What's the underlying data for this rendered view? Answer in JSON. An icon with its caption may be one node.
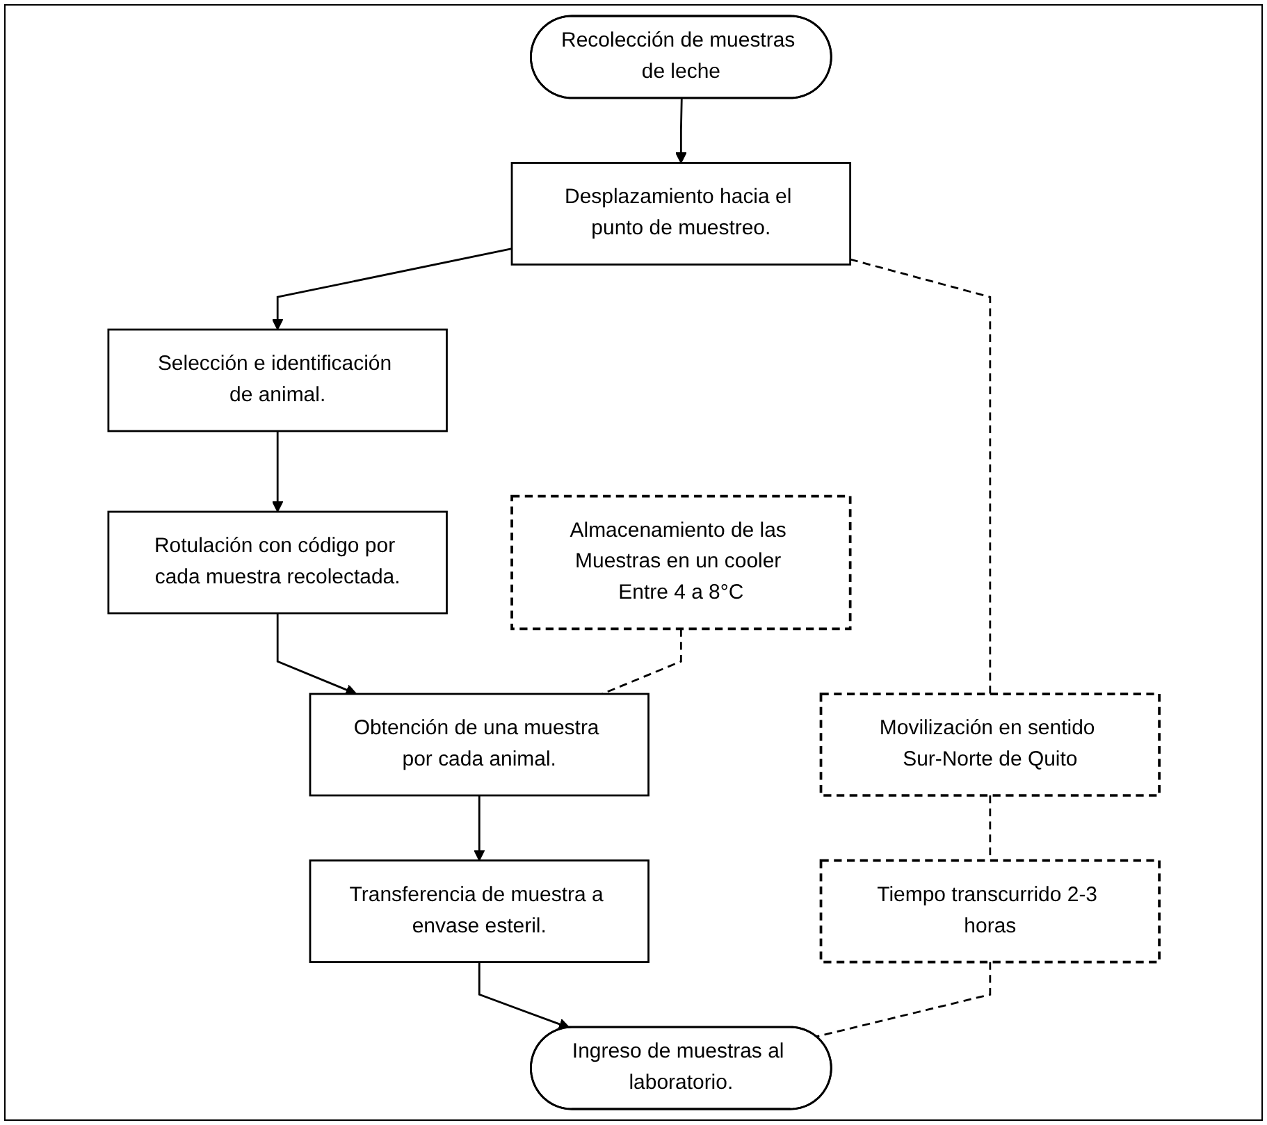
{
  "diagram": {
    "nodes": [
      {
        "text": [
          "Recolección de muestras de leche"
        ]
      },
      {
        "text": [
          "Desplazamiento hacia el punto de muestreo."
        ]
      },
      {
        "text": [
          "Selección e identificación de animal."
        ]
      },
      {
        "text": [
          "Rotulación con código por cada muestra recolectada."
        ]
      },
      {
        "text": [
          "Obtención de una muestra por cada animal."
        ]
      },
      {
        "text": [
          "Transferencia de muestra a envase esteril."
        ]
      },
      {
        "text": [
          "Ingreso de muestras al laboratorio."
        ]
      },
      {
        "text": [
          "Movilización en sentido Sur-Norte de Quito"
        ]
      },
      {
        "text": [
          "Tiempo transcurrido 2-3 horas"
        ]
      },
      {
        "text": [
          "Almacenamiento de las Muestras en un cooler Entre 4 a 8°C"
        ]
      }
    ],
    "edges": [
      {
        "from": 0,
        "to": 1,
        "arrow": "to"
      },
      {
        "from": 1,
        "to": 2,
        "arrow": "to"
      },
      {
        "from": 2,
        "to": 3,
        "arrow": "to"
      },
      {
        "from": 3,
        "to": 4,
        "arrow": "to"
      },
      {
        "from": 4,
        "to": 5,
        "arrow": "to"
      },
      {
        "from": 5,
        "to": 6,
        "arrow": "to"
      },
      {
        "from": 1,
        "to": 7,
        "arrow": "none",
        "style": "dashed"
      },
      {
        "from": 7,
        "to": 8,
        "arrow": "none",
        "style": "dashed"
      },
      {
        "from": 8,
        "to": 6,
        "arrow": "none",
        "style": "dashed"
      },
      {
        "from": 9,
        "to": 4,
        "arrow": "none",
        "style": "dashed"
      }
    ]
  }
}
